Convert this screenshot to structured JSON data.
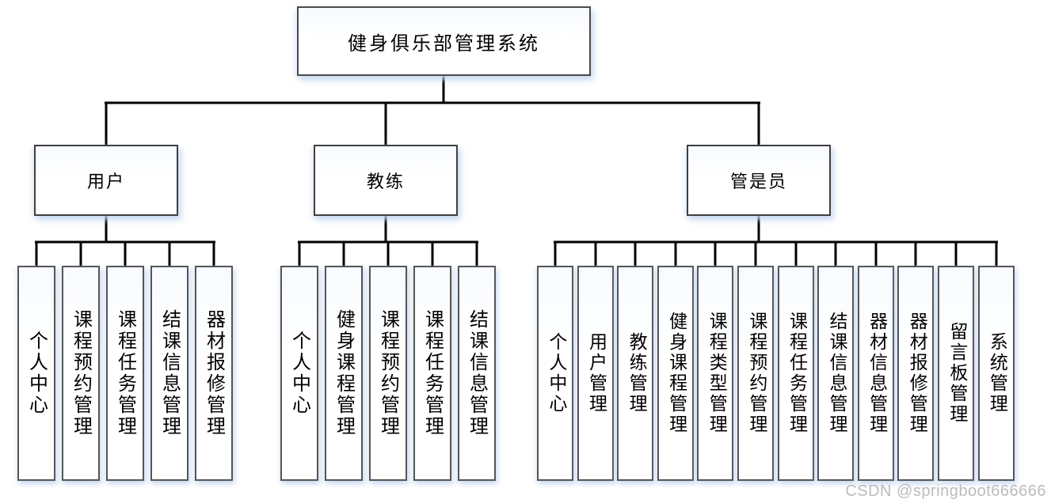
{
  "tree": {
    "root": "健身俱乐部管理系统",
    "branches": [
      {
        "label": "用户",
        "children": [
          "个人中心",
          "课程预约管理",
          "课程任务管理",
          "结课信息管理",
          "器材报修管理"
        ]
      },
      {
        "label": "教练",
        "children": [
          "个人中心",
          "健身课程管理",
          "课程预约管理",
          "课程任务管理",
          "结课信息管理"
        ]
      },
      {
        "label": "管是员",
        "children": [
          "个人中心",
          "用户管理",
          "教练管理",
          "健身课程管理",
          "课程类型管理",
          "课程预约管理",
          "课程任务管理",
          "结课信息管理",
          "器材信息管理",
          "器材报修管理",
          "留言板管理",
          "系统管理"
        ]
      }
    ]
  },
  "colors": {
    "line": "#000000",
    "box_border": "#3f3f3f",
    "leaf_border": "#565656",
    "glow": "#dbe6f7",
    "watermark": "#bcbcbc"
  },
  "watermark": "CSDN @springboot666666"
}
